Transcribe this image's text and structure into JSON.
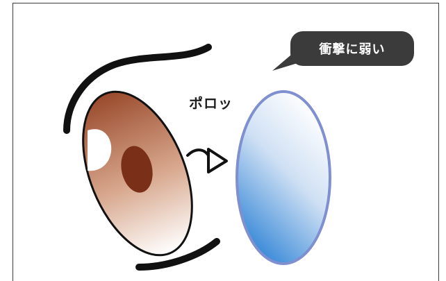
{
  "speech_bubble": {
    "text": "衝撃に弱い"
  },
  "sound_effect": {
    "text": "ポロッ"
  },
  "colors": {
    "frame_border": "#3a3a3a",
    "bubble_fill": "#3b3b3b",
    "bubble_text": "#ffffff",
    "eye_outline": "#111111",
    "iris_top": "#9a4a2c",
    "iris_bottom": "#ffffff",
    "pupil": "#7a3018",
    "lens_border": "#7f8fcf",
    "lens_gradient_top": "#ffffff",
    "lens_gradient_bottom": "#3a8ad8"
  },
  "icons": [
    "eye-illustration",
    "contact-lens-illustration",
    "motion-arrow-icon"
  ]
}
